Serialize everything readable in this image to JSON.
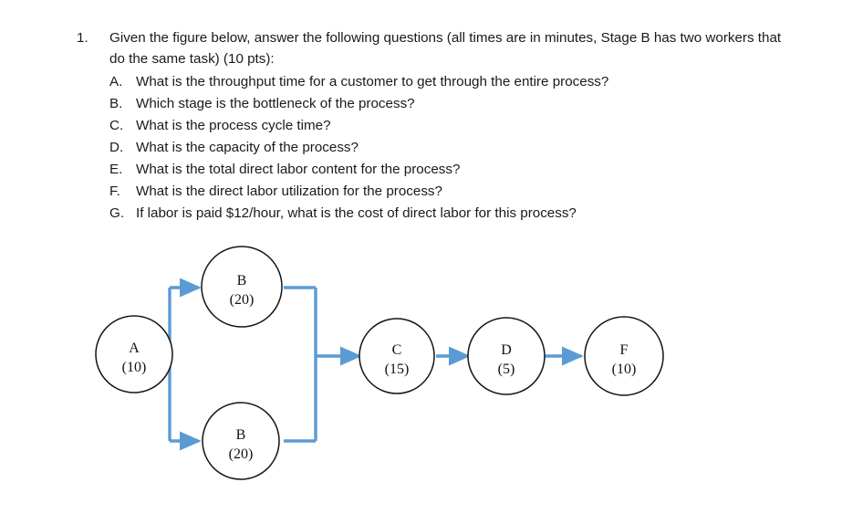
{
  "question": {
    "number": "1.",
    "prompt": "Given the figure below, answer the following questions (all times are in minutes, Stage B has two workers that do the same task) (10 pts):",
    "sub_questions": [
      {
        "label": "A.",
        "text": "What is the throughput time for a customer to get through the entire process?"
      },
      {
        "label": "B.",
        "text": "Which stage is the bottleneck of the process?"
      },
      {
        "label": "C.",
        "text": "What is the process cycle time?"
      },
      {
        "label": "D.",
        "text": "What is the capacity of the process?"
      },
      {
        "label": "E.",
        "text": "What is the total direct labor content for the process?"
      },
      {
        "label": "F.",
        "text": "What is the direct labor utilization for the process?"
      },
      {
        "label": "G.",
        "text": "If labor is paid $12/hour, what is the cost of direct labor for this process?"
      }
    ]
  },
  "diagram": {
    "connector_color": "#5B9BD5",
    "node_outline_color": "#141414",
    "nodes": [
      {
        "id": "a",
        "letter": "A",
        "value": "(10)"
      },
      {
        "id": "b1",
        "letter": "B",
        "value": "(20)"
      },
      {
        "id": "b2",
        "letter": "B",
        "value": "(20)"
      },
      {
        "id": "c",
        "letter": "C",
        "value": "(15)"
      },
      {
        "id": "d",
        "letter": "D",
        "value": "(5)"
      },
      {
        "id": "f",
        "letter": "F",
        "value": "(10)"
      }
    ]
  }
}
